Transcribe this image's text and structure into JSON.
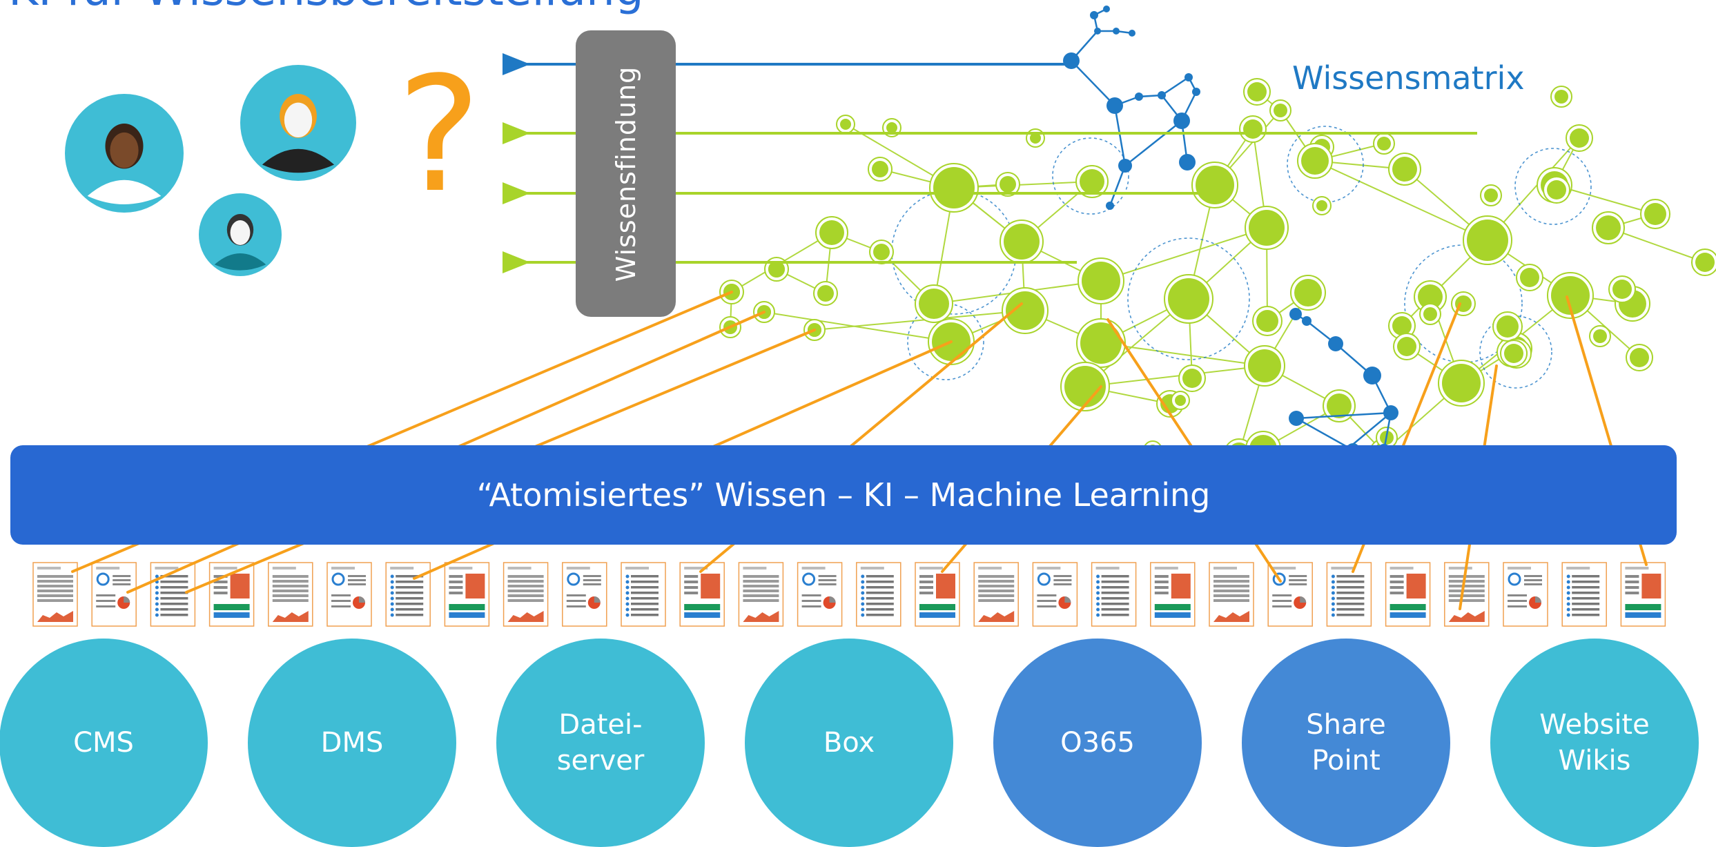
{
  "title": "KI für Wissensbereitstellung",
  "matrix_label": "Wissensmatrix",
  "wissensfindung_label": "Wissensfindung",
  "ml_bar_label": "“Atomisiertes” Wissen – KI – Machine Learning",
  "question_mark": "?",
  "sources": [
    {
      "label": "CMS",
      "color": "#3fbdd5"
    },
    {
      "label": "DMS",
      "color": "#3fbdd5"
    },
    {
      "label": "Datei-\nserver",
      "color": "#3fbdd5"
    },
    {
      "label": "Box",
      "color": "#3fbdd5"
    },
    {
      "label": "O365",
      "color": "#4489d6"
    },
    {
      "label": "Share\nPoint",
      "color": "#4489d6"
    },
    {
      "label": "Website\nWikis",
      "color": "#3fbdd5"
    }
  ],
  "colors": {
    "teal": "#3fbdd5",
    "blue": "#4489d6",
    "bar_blue": "#2868d2",
    "node_green": "#a8d42a",
    "node_blue": "#1f79c4",
    "orange": "#f7a01b",
    "gray": "#7c7c7c"
  },
  "icons": [
    "user-avatar-icon",
    "user-avatar-icon",
    "user-avatar-icon",
    "document-icon"
  ]
}
